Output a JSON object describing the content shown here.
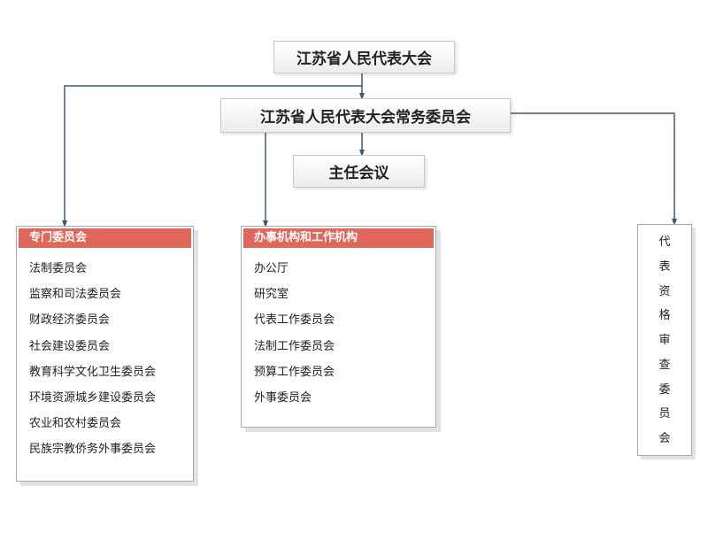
{
  "nodes": {
    "congress": "江苏省人民代表大会",
    "standing_committee": "江苏省人民代表大会常务委员会",
    "directors_meeting": "主任会议"
  },
  "special_committees": {
    "title": "专门委员会",
    "items": [
      "法制委员会",
      "监察和司法委员会",
      "财政经济委员会",
      "社会建设委员会",
      "教育科学文化卫生委员会",
      "环境资源城乡建设委员会",
      "农业和农村委员会",
      "民族宗教侨务外事委员会"
    ]
  },
  "working_bodies": {
    "title": "办事机构和工作机构",
    "items": [
      "办公厅",
      "研究室",
      "代表工作委员会",
      "法制工作委员会",
      "预算工作委员会",
      "外事委员会"
    ]
  },
  "credentials_committee": {
    "chars": [
      "代",
      "表",
      "资",
      "格",
      "审",
      "查",
      "委",
      "员",
      "会"
    ]
  },
  "colors": {
    "line": "#3b5a7a",
    "header": "#e0675a"
  }
}
